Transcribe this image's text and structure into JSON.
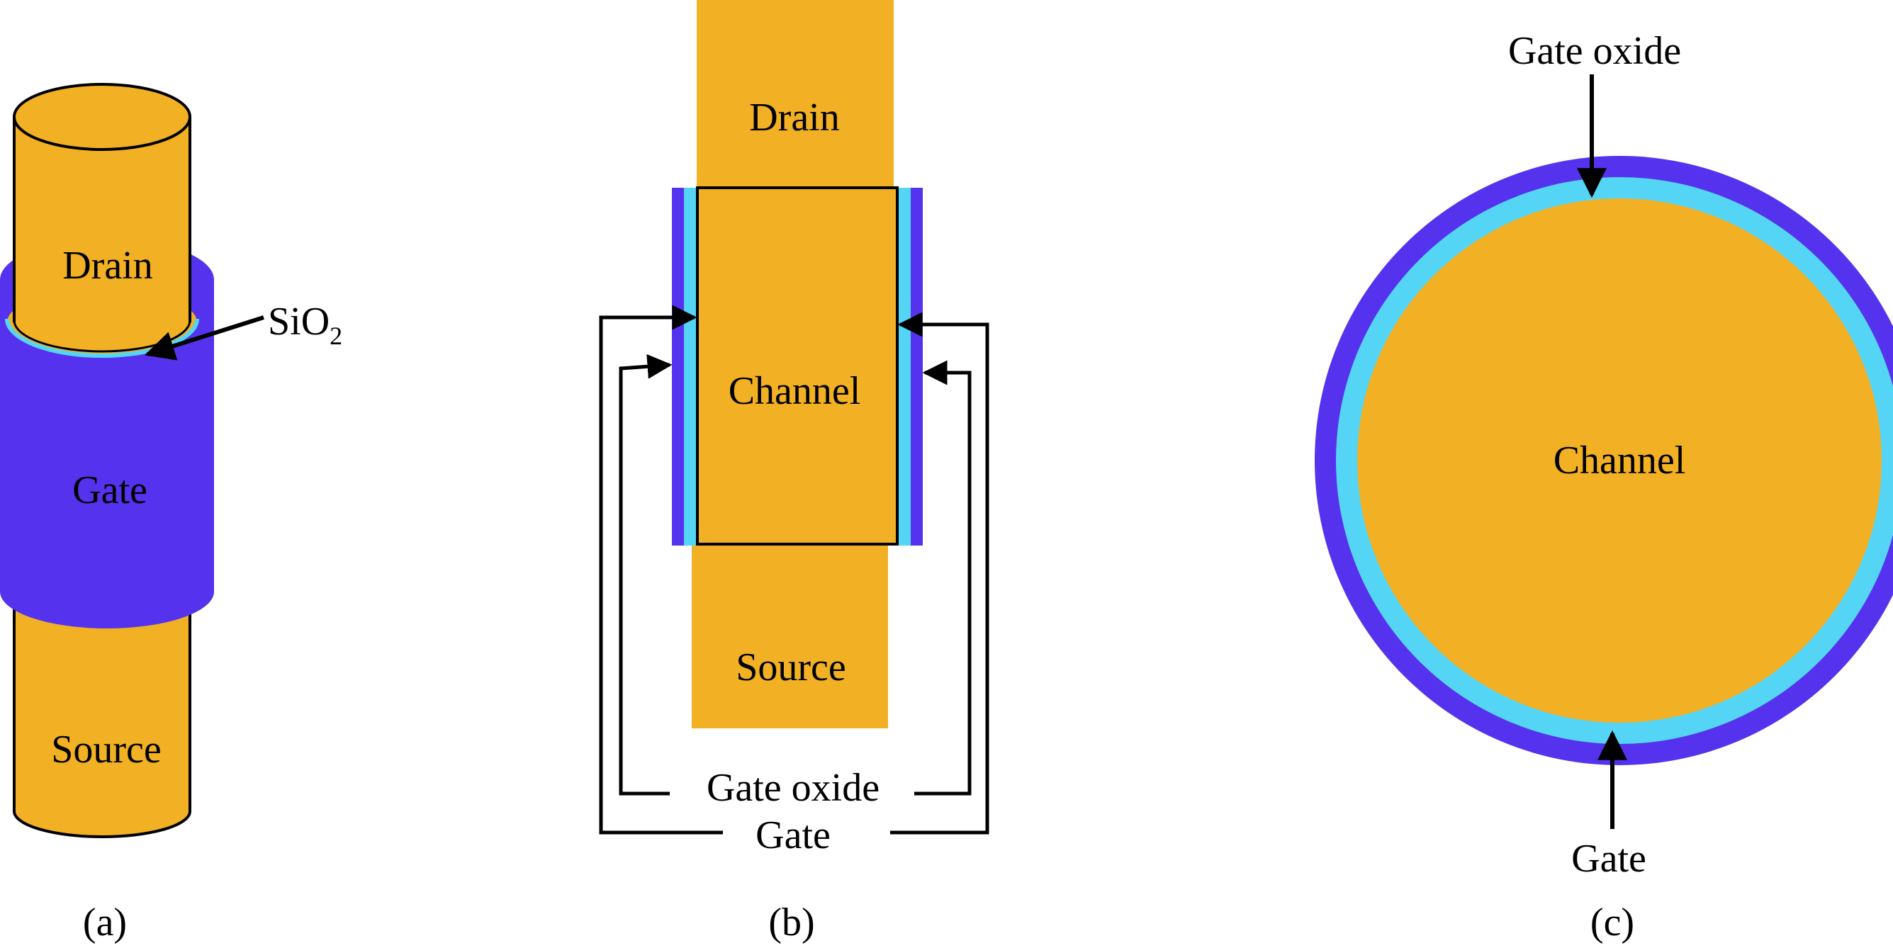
{
  "colors": {
    "channel": "#F2B024",
    "gate": "#5533EE",
    "oxide": "#55D5F5",
    "line": "#000000",
    "background": "#FFFFFF"
  },
  "panel_a": {
    "drain": "Drain",
    "gate": "Gate",
    "source": "Source",
    "oxide": "SiO",
    "oxide_sub": "2",
    "caption": "(a)"
  },
  "panel_b": {
    "drain": "Drain",
    "channel": "Channel",
    "source": "Source",
    "oxide": "Gate oxide",
    "gate": "Gate",
    "caption": "(b)"
  },
  "panel_c": {
    "channel": "Channel",
    "oxide": "Gate oxide",
    "gate": "Gate",
    "caption": "(c)"
  },
  "icons": [
    "arrow-icon"
  ]
}
